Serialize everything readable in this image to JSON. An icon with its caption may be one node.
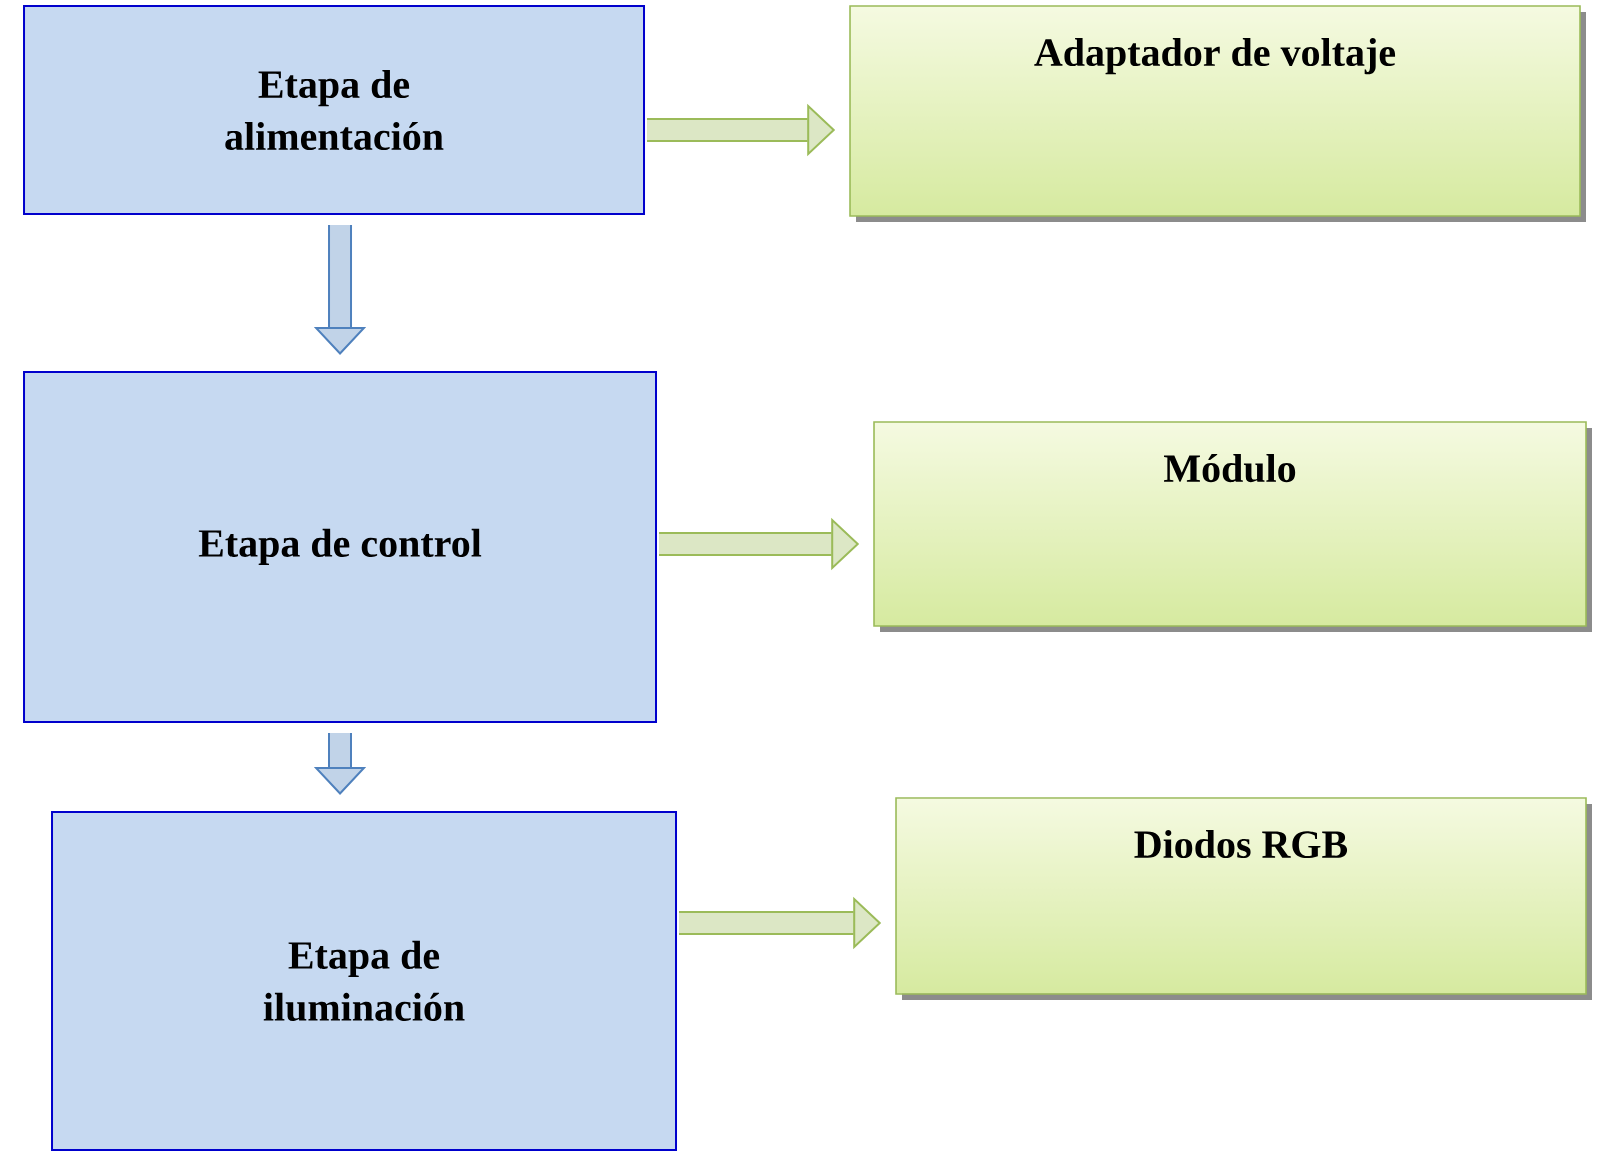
{
  "diagram": {
    "nodes": [
      {
        "text": [
          "Etapa de alimentación"
        ]
      },
      {
        "text": [
          "Adaptador de voltaje"
        ]
      },
      {
        "text": [
          "Etapa de control"
        ]
      },
      {
        "text": [
          "Módulo"
        ]
      },
      {
        "text": [
          "Etapa de iluminación"
        ]
      },
      {
        "text": [
          "Diodos RGB"
        ]
      }
    ],
    "edges": [
      {
        "from": 0,
        "to": 1,
        "arrow": "to"
      },
      {
        "from": 0,
        "to": 2,
        "arrow": "to",
        "color": "#4f81bd"
      },
      {
        "from": 2,
        "to": 3,
        "arrow": "to"
      },
      {
        "from": 2,
        "to": 4,
        "arrow": "to",
        "color": "#4f81bd"
      },
      {
        "from": 4,
        "to": 5,
        "arrow": "to"
      }
    ]
  }
}
